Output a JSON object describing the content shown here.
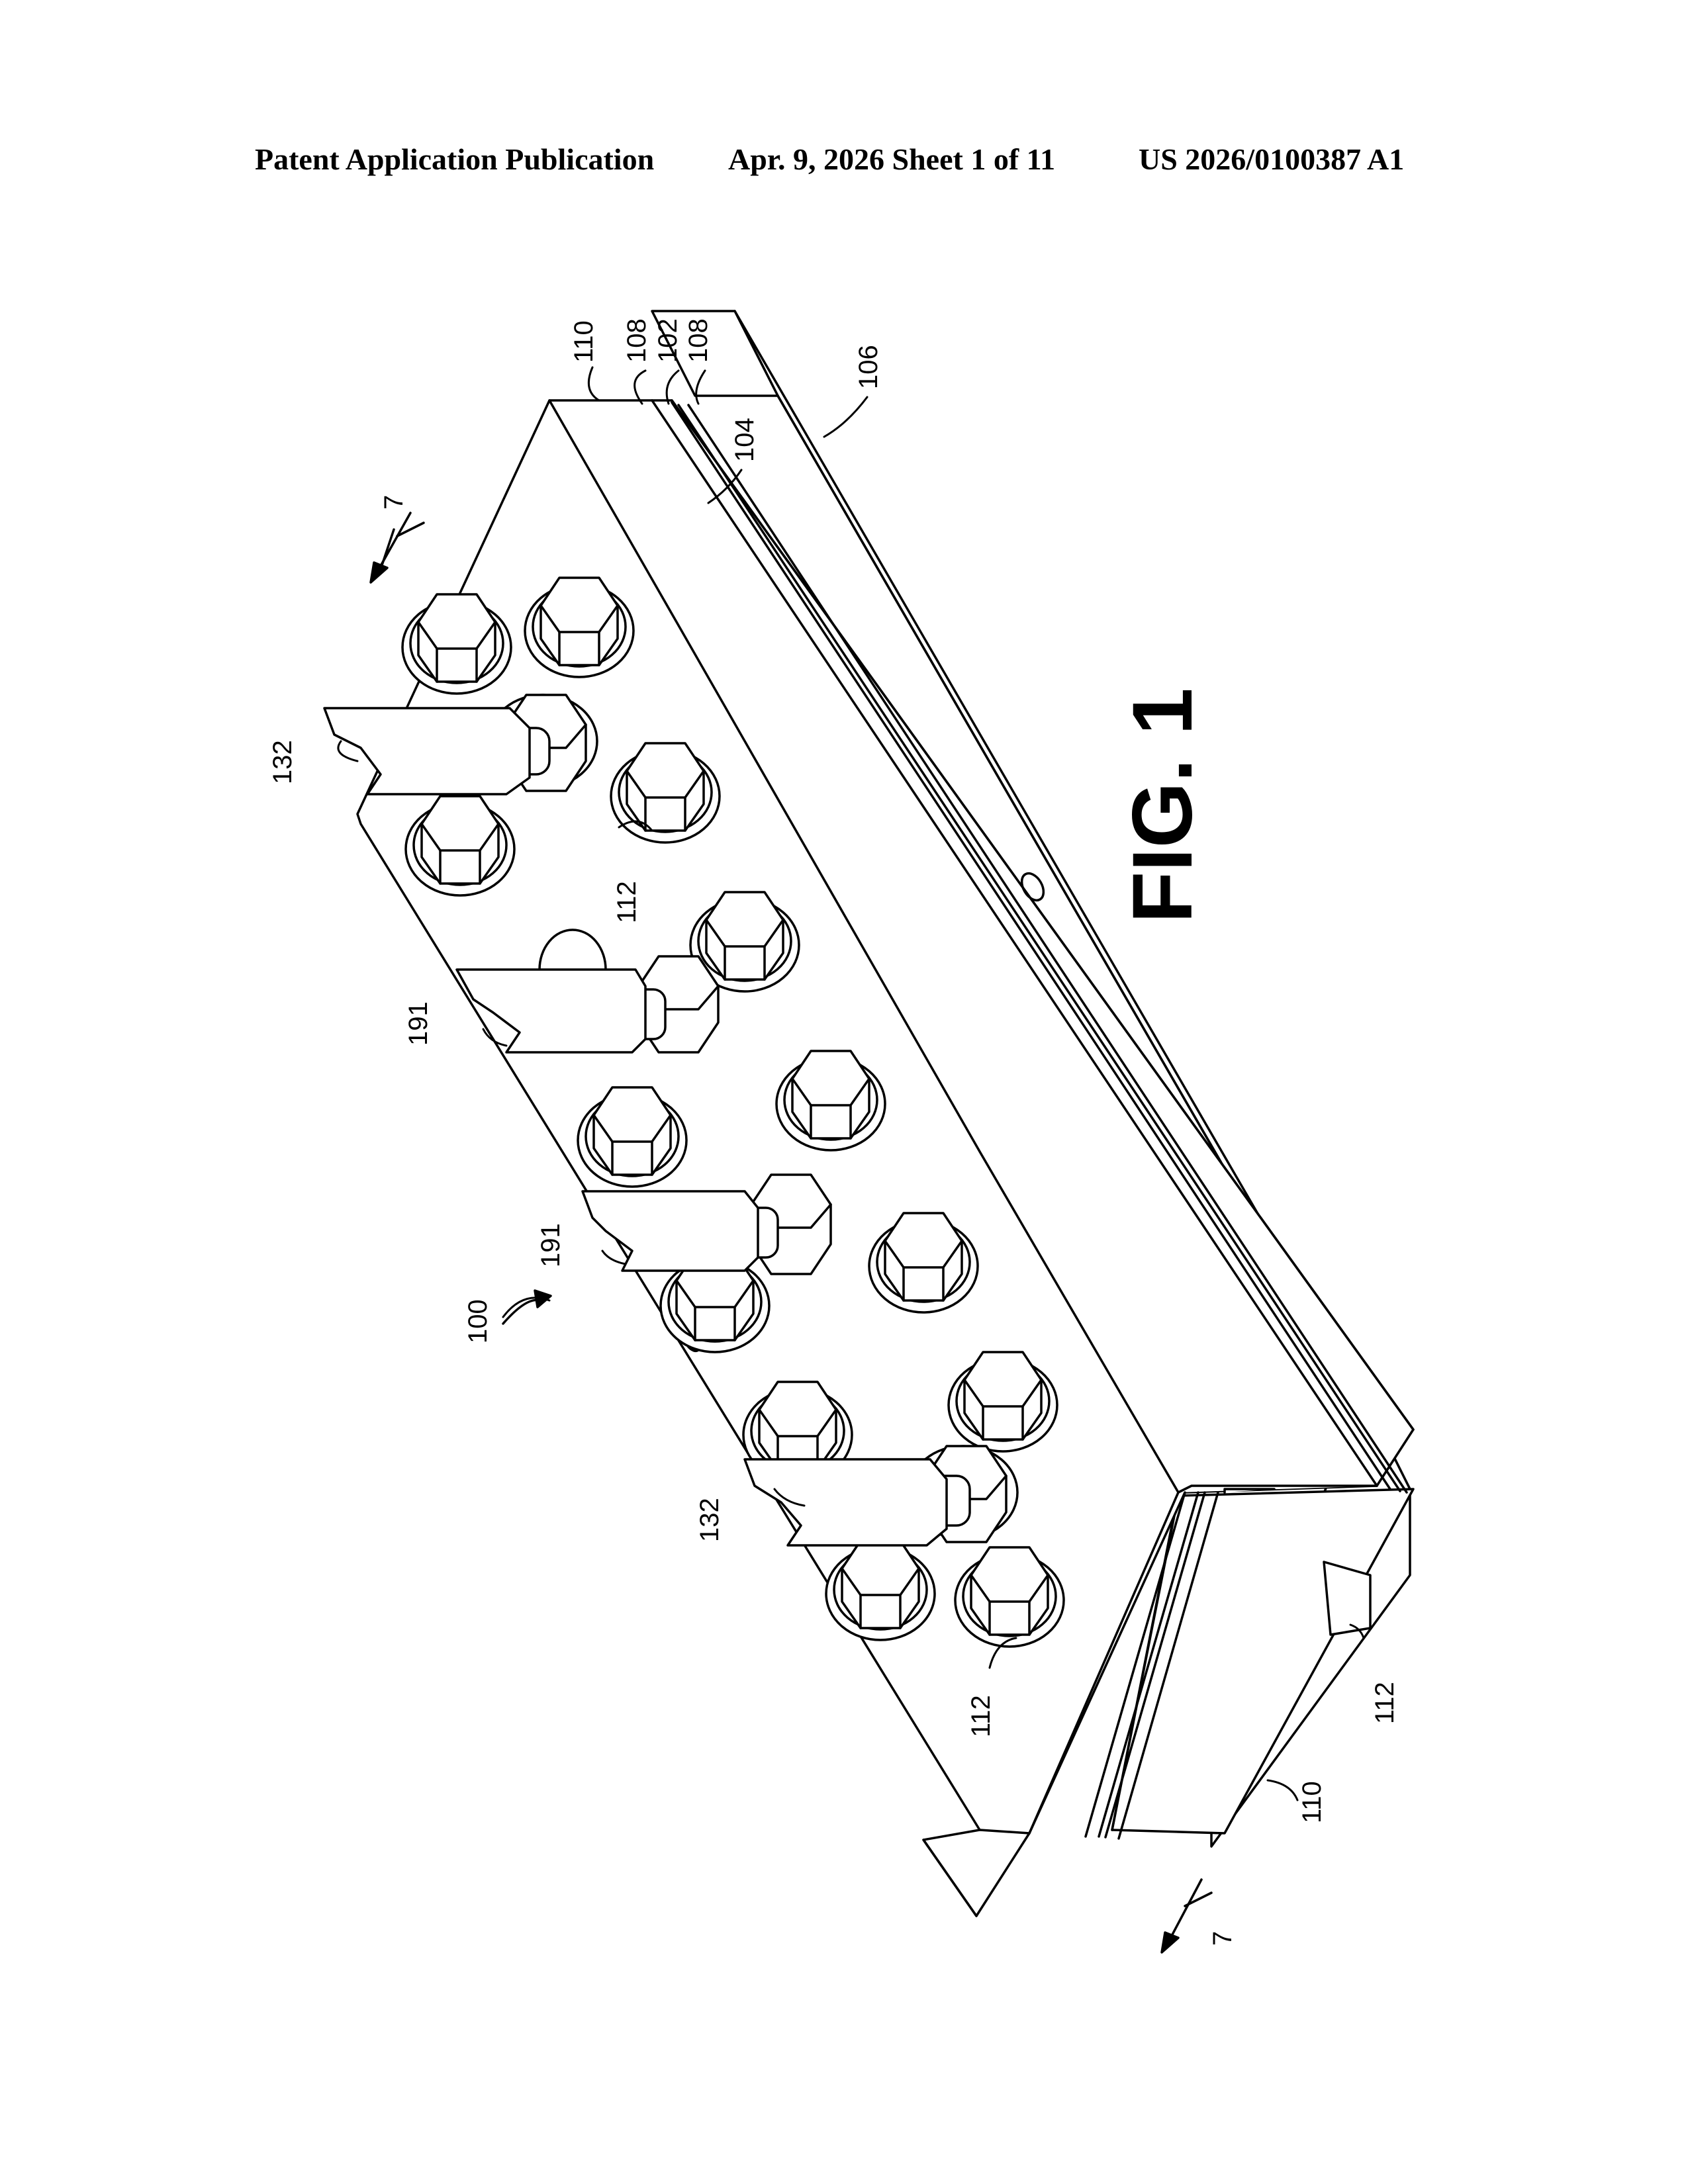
{
  "header": {
    "publication": "Patent Application Publication",
    "date_sheet": "Apr. 9, 2026  Sheet 1 of 11",
    "number": "US 2026/0100387 A1"
  },
  "figure": {
    "label": "FIG. 1",
    "refs": {
      "r110_top": "110",
      "r108_a": "108",
      "r102": "102",
      "r108_b": "108",
      "r106": "106",
      "r104": "104",
      "r7_top": "7",
      "r132_top": "132",
      "r112_mid": "112",
      "r191_a": "191",
      "r191_b": "191",
      "r100": "100",
      "r132_bottom": "132",
      "r112_bottom": "112",
      "r112_side": "112",
      "r110_bottom": "110",
      "r7_bottom": "7"
    }
  }
}
